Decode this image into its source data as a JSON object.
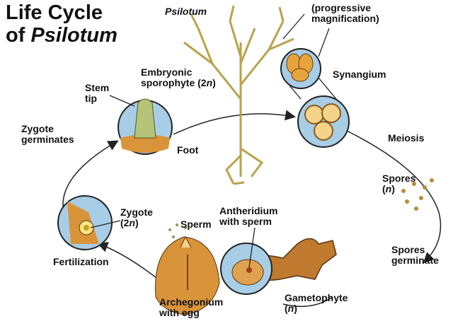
{
  "title": {
    "line1": "Life Cycle",
    "line2_prefix": "of ",
    "line2_italic": "Psilotum"
  },
  "labels": {
    "psilotum": "Psilotum",
    "magnification": "(progressive\nmagnification)",
    "magnification_l1": "(progressive",
    "magnification_l2": "magnification)",
    "synangium": "Synangium",
    "embryonic_l1": "Embryonic",
    "embryonic_l2": "sporophyte (2",
    "embryonic_n": "n",
    "embryonic_end": ")",
    "stem_l1": "Stem",
    "stem_l2": "tip",
    "zygote_germ_l1": "Zygote",
    "zygote_germ_l2": "germinates",
    "foot": "Foot",
    "meiosis": "Meiosis",
    "spores": "Spores",
    "spores_n": "n",
    "spores_germ_l1": "Spores",
    "spores_germ_l2": "germinate",
    "gametophyte": "Gametophyte",
    "gametophyte_n": "n",
    "antheridium_l1": "Antheridium",
    "antheridium_l2": "with sperm",
    "sperm": "Sperm",
    "zygote": "Zygote",
    "zygote_n": "n",
    "fertilization": "Fertilization",
    "archegonium_l1": "Archegonium",
    "archegonium_l2": "with egg"
  },
  "colors": {
    "circle_fill": "#a8cde6",
    "tissue": "#d9943a",
    "plant": "#c9b25a",
    "outline": "#222222"
  }
}
